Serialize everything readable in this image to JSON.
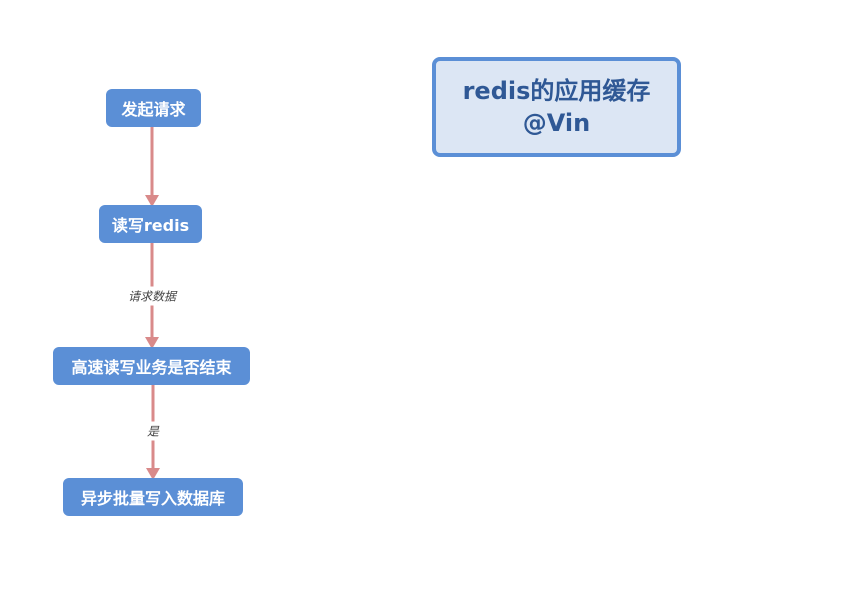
{
  "nodes": {
    "start": "发起请求",
    "read_write": "读写redis",
    "check_done": "高速读写业务是否结束",
    "async_write": "异步批量写入数据库"
  },
  "edges": {
    "request_data": "请求数据",
    "yes": "是"
  },
  "title": {
    "line1": "redis的应用缓存",
    "line2": "@Vin"
  },
  "colors": {
    "node_fill": "#5b8fd6",
    "node_text": "#ffffff",
    "arrow": "#d98a8a",
    "title_fill": "#dce6f4",
    "title_border": "#5b8fd6",
    "title_text": "#2f5895"
  }
}
